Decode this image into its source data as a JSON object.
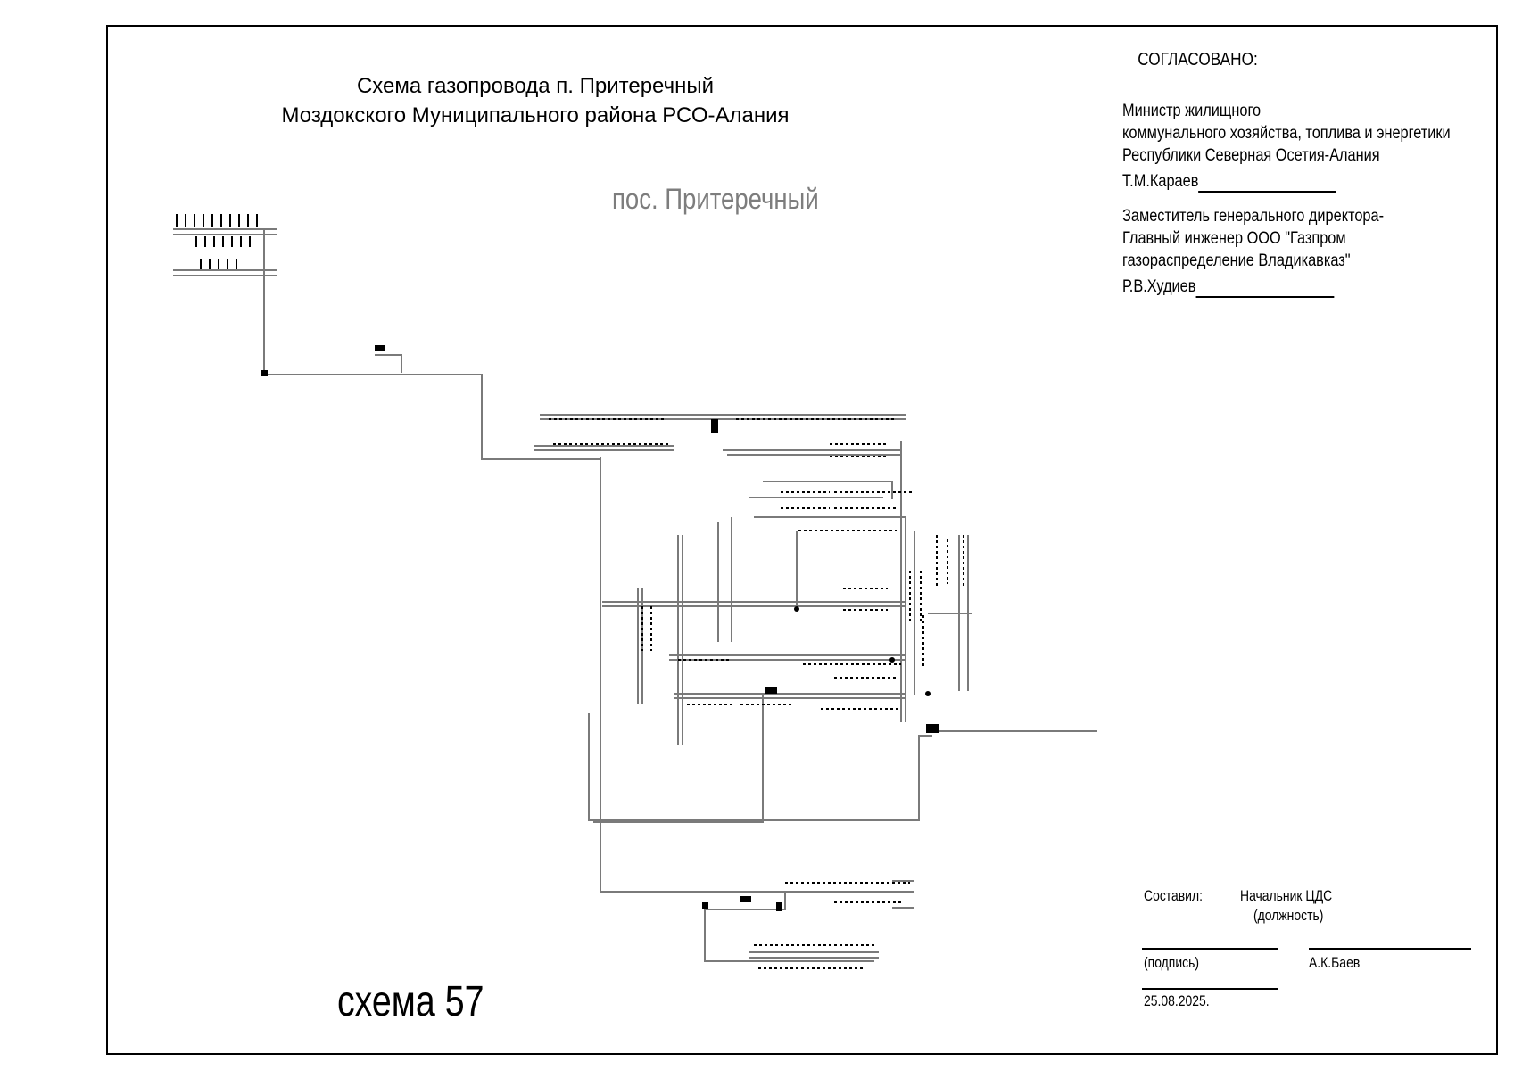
{
  "title": {
    "line1": "Схема газопровода п. Притеречный",
    "line2": "Моздокского Муниципального района РСО-Алания"
  },
  "settlement_label": "пос. Притеречный",
  "scheme_number": "схема 57",
  "approval": {
    "header": "СОГЛАСОВАНО:",
    "minister_line1": "Министр жилищного",
    "minister_line2": "коммунального  хозяйства, топлива и энергетики",
    "minister_line3": "Республики Северная Осетия-Алания",
    "minister_name": "Т.М.Караев",
    "deputy_line1": "Заместитель генерального директора-",
    "deputy_line2": "Главный инженер  ООО \"Газпром",
    "deputy_line3": "газораспределение Владикавказ\"",
    "deputy_name": "Р.В.Худиев"
  },
  "stamp": {
    "compiled_label": "Составил:",
    "position": "Начальник ЦДС",
    "position_caption": "(должность)",
    "signature_caption": "(подпись)",
    "name": "А.К.Баев",
    "date": "25.08.2025."
  },
  "colors": {
    "pipe": "#7a7a7a",
    "ink": "#000000",
    "subtitle": "#7d7d7d"
  }
}
